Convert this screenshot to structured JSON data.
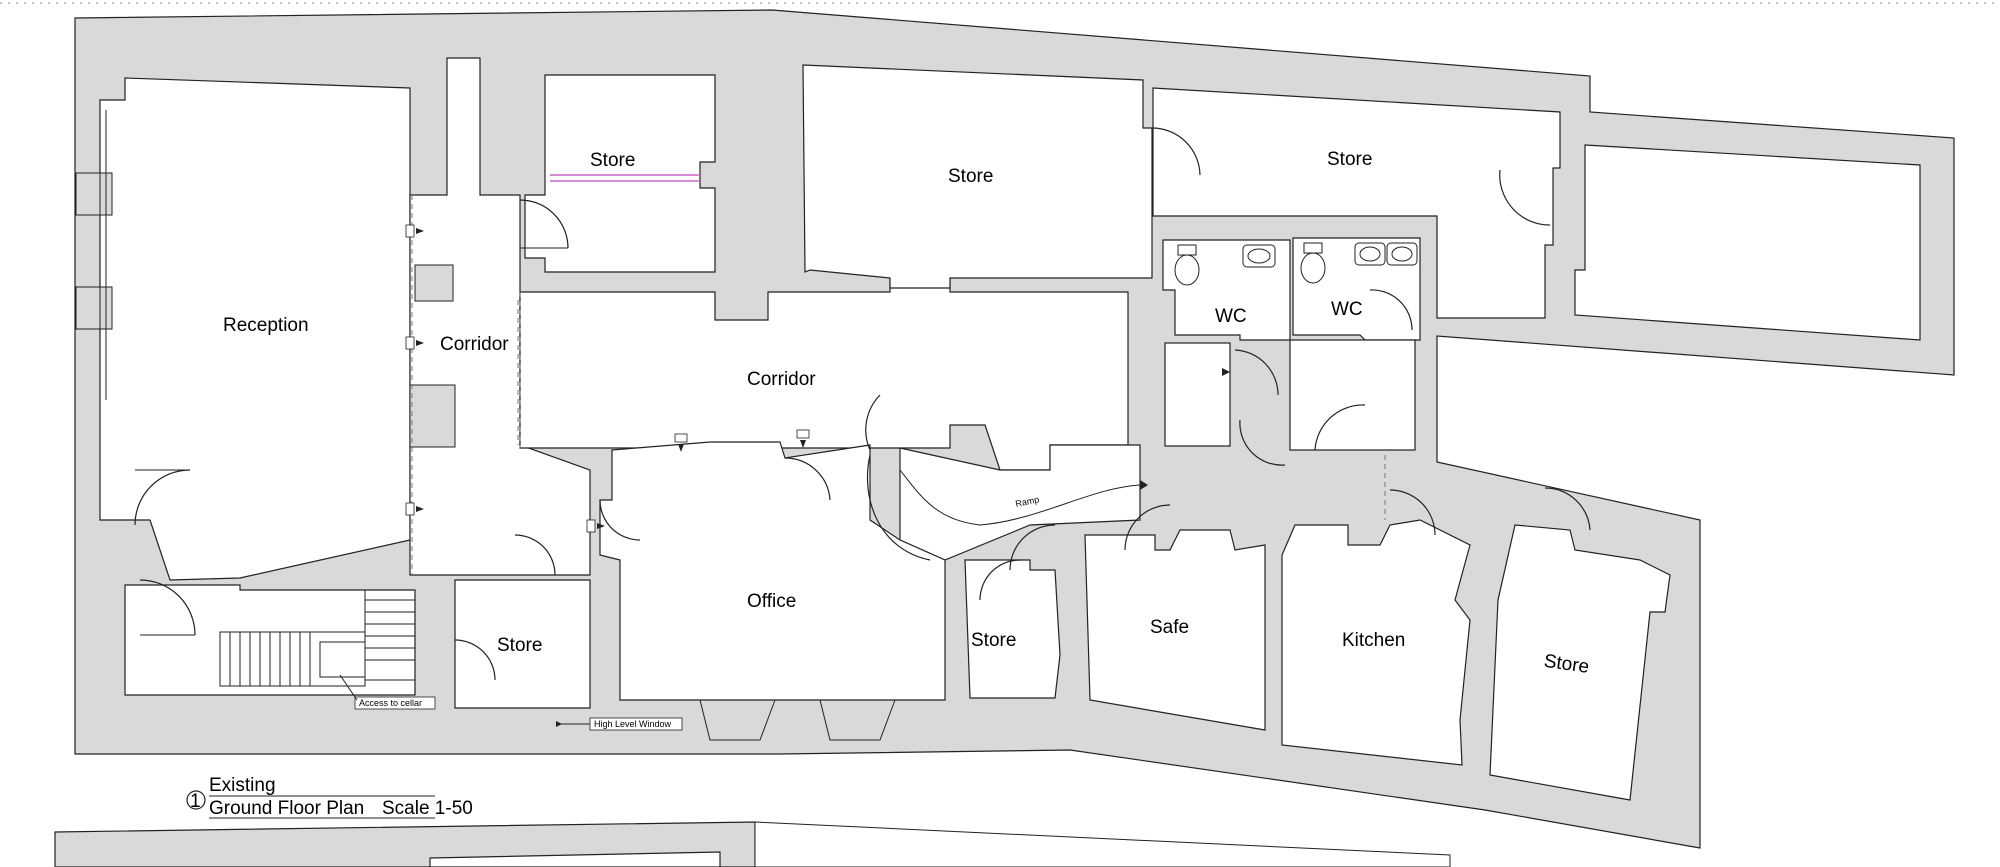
{
  "colors": {
    "wall": "#d9d9d9",
    "line": "#222222",
    "glazing": "#cc66cc"
  },
  "rooms": {
    "reception": "Reception",
    "corridor_left": "Corridor",
    "corridor_main": "Corridor",
    "store_top_small": "Store",
    "store_top_large": "Store",
    "store_top_right": "Store",
    "wc_1": "WC",
    "wc_2": "WC",
    "store_lower_left": "Store",
    "office": "Office",
    "store_small": "Store",
    "safe": "Safe",
    "kitchen": "Kitchen",
    "store_right": "Store"
  },
  "annotations": {
    "ramp": "Ramp",
    "access_to_cellar": "Access to cellar",
    "high_level_window": "High Level Window"
  },
  "title_block": {
    "number": "1",
    "status": "Existing",
    "title": "Ground Floor Plan",
    "scale": "Scale 1-50"
  }
}
